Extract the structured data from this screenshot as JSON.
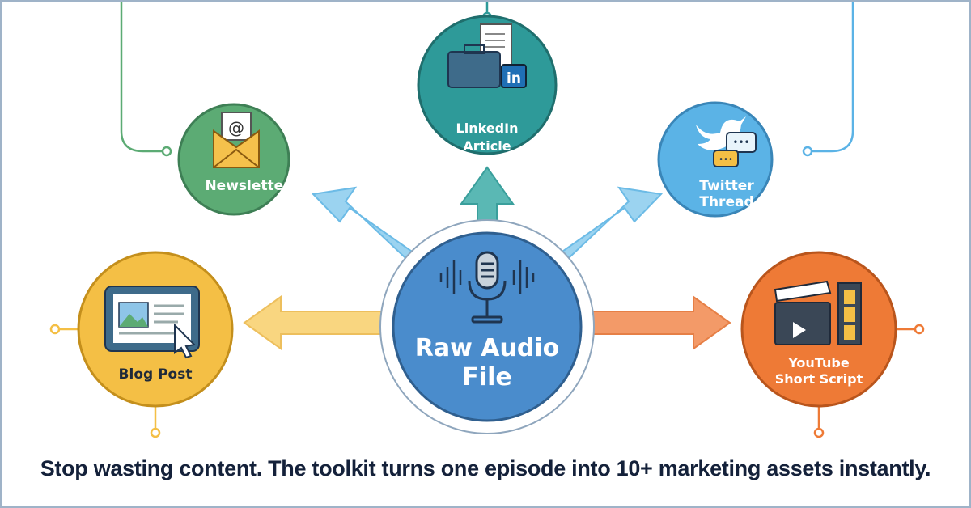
{
  "center": {
    "line1": "Raw Audio",
    "line2": "File",
    "icon": "microphone-icon",
    "color": "#4a8ccc"
  },
  "nodes": {
    "newsletter": {
      "label": "Newsletter",
      "icon": "envelope-icon",
      "color": "#5cab74"
    },
    "linkedin": {
      "line1": "LinkedIn",
      "line2": "Article",
      "icon": "briefcase-linkedin-icon",
      "badge": "in",
      "color": "#2e9a99"
    },
    "twitter": {
      "line1": "Twitter",
      "line2": "Thread",
      "icon": "bird-chat-icon",
      "color": "#5bb3e6"
    },
    "blog": {
      "label": "Blog Post",
      "icon": "browser-image-icon",
      "color": "#f4bf45"
    },
    "youtube": {
      "line1": "YouTube",
      "line2": "Short Script",
      "icon": "clapperboard-film-icon",
      "color": "#ee7a36"
    }
  },
  "caption": "Stop wasting content. The toolkit turns one episode into 10+ marketing assets instantly."
}
